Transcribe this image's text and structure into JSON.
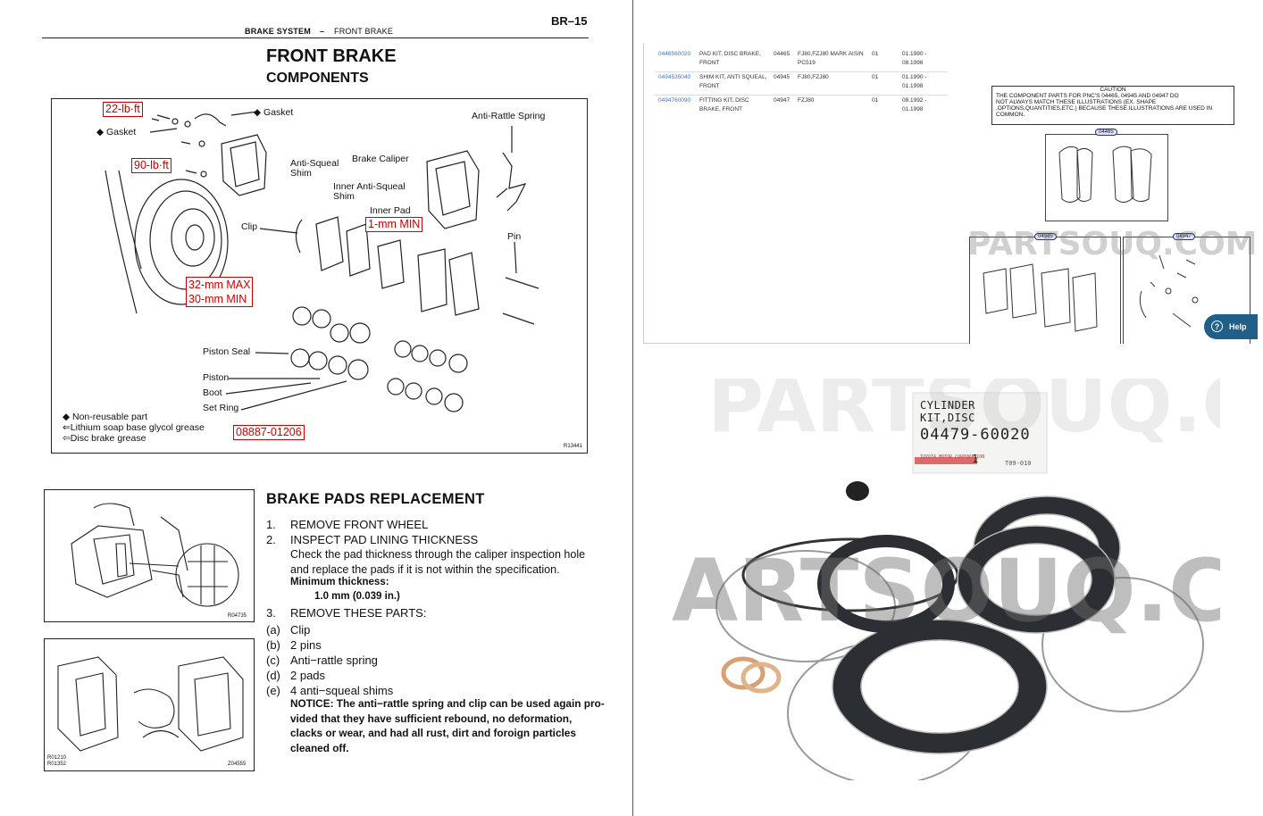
{
  "manual": {
    "header_section": "BRAKE SYSTEM",
    "header_dash": "–",
    "header_subsection": "FRONT BRAKE",
    "page_number": "BR–15",
    "title": "FRONT BRAKE",
    "subtitle": "COMPONENTS",
    "diagram_labels": {
      "gasket_right": "◆ Gasket",
      "gasket_left": "◆ Gasket",
      "anti_rattle_spring": "Anti-Rattle Spring",
      "anti_squeal_shim": "Anti-Squeal",
      "anti_squeal_shim2": "Shim",
      "brake_caliper": "Brake Caliper",
      "inner_anti_squeal": "Inner Anti-Squeal",
      "inner_anti_squeal2": "Shim",
      "inner_pad": "Inner Pad",
      "clip": "Clip",
      "pin": "Pin",
      "piston_seal": "Piston Seal",
      "piston": "Piston",
      "boot": "Boot",
      "set_ring": "Set Ring",
      "fig_code": "R13441"
    },
    "red_annotations": {
      "torque_1": "22-lb·ft",
      "torque_2": "90-lb·ft",
      "pad_min": "1-mm MIN",
      "rotor_max": "32-mm MAX",
      "rotor_min": "30-mm MIN",
      "grease_part": "08887-01206"
    },
    "legend": {
      "l1": "◆ Non-reusable part",
      "l2": "⇐Lithium soap base glycol grease",
      "l3": "⇦Disc brake grease"
    },
    "fig1_code": "R04735",
    "fig2_code1": "R01210",
    "fig2_code2": "R01352",
    "fig2_code3": "Z04555",
    "section_title": "BRAKE PADS REPLACEMENT",
    "steps": {
      "s1_num": "1.",
      "s1": "REMOVE FRONT WHEEL",
      "s2_num": "2.",
      "s2": "INSPECT PAD LINING THICKNESS",
      "s2_body1": "Check the pad thickness through the caliper inspection hole",
      "s2_body2": "and replace the pads if it is not within the specification.",
      "min_label": "Minimum thickness:",
      "min_value": "1.0 mm (0.039 in.)",
      "s3_num": "3.",
      "s3": "REMOVE THESE PARTS:",
      "a_num": "(a)",
      "a": "Clip",
      "b_num": "(b)",
      "b": "2 pins",
      "c_num": "(c)",
      "c": "Anti−rattle spring",
      "d_num": "(d)",
      "d": "2 pads",
      "e_num": "(e)",
      "e": "4 anti−squeal shims",
      "notice1": "NOTICE: The anti−rattle spring and clip can be used again pro-",
      "notice2": "vided that they have sufficient rebound, no deformation,",
      "notice3": "clacks or wear, and had all rust, dirt and foroign particles",
      "notice4": "cleaned off."
    }
  },
  "parts_table": {
    "rows": [
      {
        "part_no": "0446560020",
        "name1": "PAD KIT, DISC BRAKE,",
        "name2": "FRONT",
        "pnc": "04465",
        "model1": "FJ80,FZJ80 MARK AISIN",
        "model2": "PC519",
        "qty": "01",
        "date1": "01.1990 -",
        "date2": "08.1996"
      },
      {
        "part_no": "0494535040",
        "name1": "SHIM KIT, ANTI SQUEAL,",
        "name2": "FRONT",
        "pnc": "04945",
        "model1": "FJ80,FZJ80",
        "model2": "",
        "qty": "01",
        "date1": "01.1990 -",
        "date2": "01.1998"
      },
      {
        "part_no": "0494760090",
        "name1": "FITTING KIT, DISC",
        "name2": "BRAKE, FRONT",
        "pnc": "04947",
        "model1": "FZJ80",
        "model2": "",
        "qty": "01",
        "date1": "08.1992 -",
        "date2": "01.1998"
      }
    ]
  },
  "caution": {
    "title": "CAUTION",
    "l1": "THE COMPONENT PARTS FOR PNC'S 04465, 04945 AND 04947 DO",
    "l2": "NOT ALWAYS MATCH THESE ILLUSTRATIONS (EX. SHAPE",
    "l3": ",OPTIONS,QUANTITIES,ETC.) BECAUSE THESE ILLUSTRATIONS ARE USED IN",
    "l4": "COMMON."
  },
  "thumb_tags": {
    "t1": "04465",
    "t2": "04945",
    "t3": "04947"
  },
  "watermarks": {
    "w1": "PARTSOUQ.COM",
    "w2": "ARTSOUQ.COI",
    "w3": "PARTSOUQ.CO"
  },
  "help_button": {
    "label": "Help",
    "icon": "question-icon"
  },
  "kit_label": {
    "name": "CYLINDER KIT,DISC",
    "part_no": "04479-60020",
    "qty": "1",
    "code": "T09-010",
    "maker": "TOYOTA MOTOR CORPORATION"
  }
}
